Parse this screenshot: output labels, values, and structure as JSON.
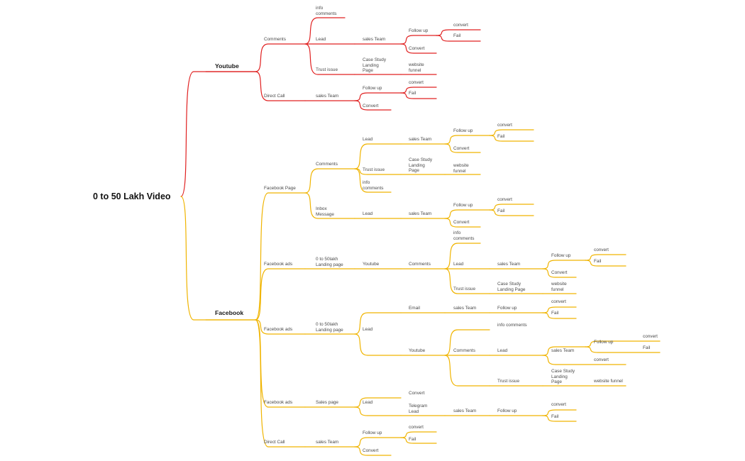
{
  "colors": {
    "youtube_branch": "#e02020",
    "facebook_branch": "#f0b400"
  },
  "mindmap": {
    "root": "0 to 50 Lakh Video",
    "branches": {
      "youtube": {
        "label": "Youtube",
        "comments": {
          "label": "Comments",
          "info_comments": "info\ncomments",
          "lead": "Lead",
          "sales_team": "sales Team",
          "follow_up": "Follow up",
          "convert_a": "convert",
          "fail": "Fail",
          "convert_b": "Convert",
          "trust_issue": "Trust issue",
          "case_study": "Case Study\nLanding\nPage",
          "website_funnel": "website\nfunnel"
        },
        "direct_call": {
          "label": "Direct Call",
          "sales_team": "sales Team",
          "follow_up": "Follow up",
          "convert_a": "convert",
          "fail": "Fail",
          "convert_b": "Convert"
        }
      },
      "facebook": {
        "label": "Facebook",
        "page": {
          "label": "Facebook Page",
          "comments": "Comments",
          "lead": "Lead",
          "sales_team": "sales Team",
          "follow_up": "Follow up",
          "convert_a": "convert",
          "fail": "Fail",
          "convert_b": "Convert",
          "trust_issue": "Trust issue",
          "case_study": "Case Study\nLanding\nPage",
          "website_funnel": "website\nfunnel",
          "info_comments": "info\ncomments",
          "inbox": "Inbox\nMessage",
          "inbox_lead": "Lead",
          "inbox_sales_team": "sales Team",
          "inbox_follow_up": "Follow up",
          "inbox_convert_a": "convert",
          "inbox_fail": "Fail",
          "inbox_convert_b": "Convert"
        },
        "ads1": {
          "label": "Facebook ads",
          "landing": "0 to 50lakh\nLanding page",
          "youtube": "Youtube",
          "comments": "Comments",
          "info_comments": "info\ncomments",
          "lead": "Lead",
          "sales_team": "sales Team",
          "follow_up": "Follow up",
          "convert_a": "convert",
          "fail": "Fail",
          "convert_b": "Convert",
          "trust_issue": "Trust issue",
          "case_study": "Case Study\nLanding Page",
          "website_funnel": "website\nfunnel"
        },
        "ads2": {
          "label": "Facebook ads",
          "landing": "0 to 50lakh\nLanding page",
          "lead": "Lead",
          "email": "Email",
          "email_sales_team": "sales Team",
          "email_follow_up": "Follow up",
          "email_convert": "convert",
          "email_fail": "Fail",
          "youtube": "Youtube",
          "comments": "Comments",
          "info_comments": "info comments",
          "yt_lead": "Lead",
          "yt_sales_team": "sales Team",
          "yt_follow_up": "Follow up",
          "yt_convert_a": "convert",
          "yt_fail": "Fail",
          "yt_convert_b": "convert",
          "trust_issue": "Trust issue",
          "case_study": "Case Study\nLanding\nPage",
          "website_funnel": "website funnel"
        },
        "ads3": {
          "label": "Facebook ads",
          "sales_page": "Sales page",
          "lead": "Lead",
          "convert": "Convert",
          "telegram": "Telegram\nLead",
          "sales_team": "sales Team",
          "follow_up": "Follow up",
          "convert_a": "convert",
          "fail": "Fail"
        },
        "direct_call": {
          "label": "Direct Call",
          "sales_team": "sales Team",
          "follow_up": "Follow up",
          "convert_a": "convert",
          "fail": "Fail",
          "convert_b": "Convert"
        }
      }
    }
  }
}
